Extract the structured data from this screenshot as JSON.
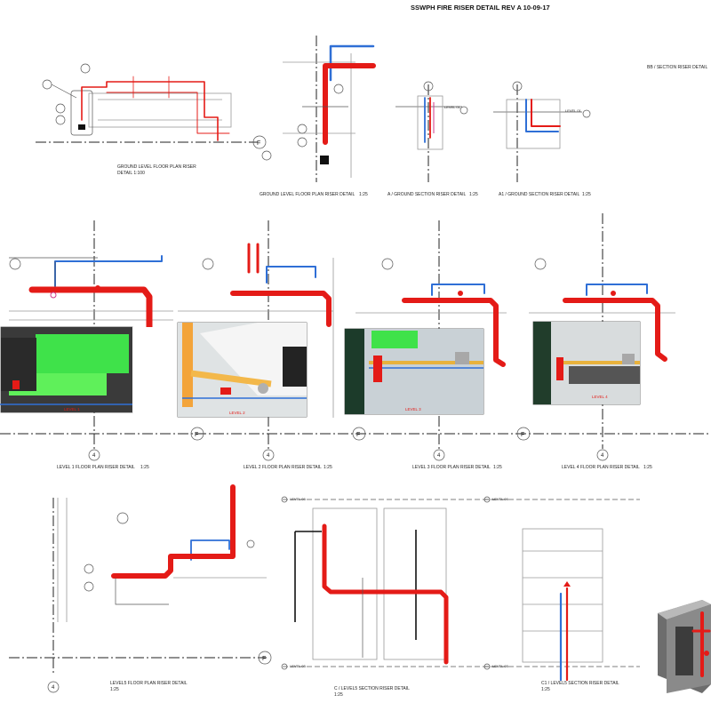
{
  "sheet": {
    "title": "SSWPH FIRE RISER DETAIL REV A  10-09-17",
    "section_bb": "BB / SECTION RISER DETAIL"
  },
  "grid_markers": {
    "f": "F",
    "four": "4"
  },
  "views": {
    "ground_plan_small": {
      "line1": "GROUND LEVEL  FLOOR PLAN RISER",
      "line2": "DETAIL    1:100"
    },
    "ground_plan": {
      "name": "GROUND LEVEL FLOOR PLAN RISER DETAIL",
      "scale": "1:25"
    },
    "a_ground": {
      "name": "A / GROUND SECTION RISER DETAIL",
      "scale": "1:25",
      "level": "LEVEL 01"
    },
    "a1_ground": {
      "name": "A1 / GROUND SECTION RISER DETAIL",
      "scale": "1:25",
      "level": "LEVEL 01"
    },
    "level1": {
      "name": "LEVEL 1 FLOOR PLAN RISER DETAIL",
      "scale": "1:25",
      "tag": "LEVEL 1"
    },
    "level2": {
      "name": "LEVEL 2 FLOOR PLAN RISER DETAIL",
      "scale": "1:25",
      "tag": "LEVEL 2"
    },
    "level3": {
      "name": "LEVEL 3 FLOOR PLAN RISER DETAIL",
      "scale": "1:25",
      "tag": "LEVEL 3"
    },
    "level4": {
      "name": "LEVEL 4 FLOOR PLAN RISER DETAIL",
      "scale": "1:25",
      "tag": "LEVEL 4"
    },
    "level5": {
      "name": "LEVEL5 FLOOR PLAN RISER DETAIL",
      "scale": "1:25"
    },
    "c_level5": {
      "name": "C / LEVEL5 SECTION RISER DETAIL",
      "scale": "1:25"
    },
    "c1_level5": {
      "name": "C1 / LEVEL5 SECTION RISER DETAIL",
      "scale": "1:25"
    }
  },
  "level_marks": {
    "level06": "LEVEL 06",
    "level05": "LEVEL 05"
  }
}
